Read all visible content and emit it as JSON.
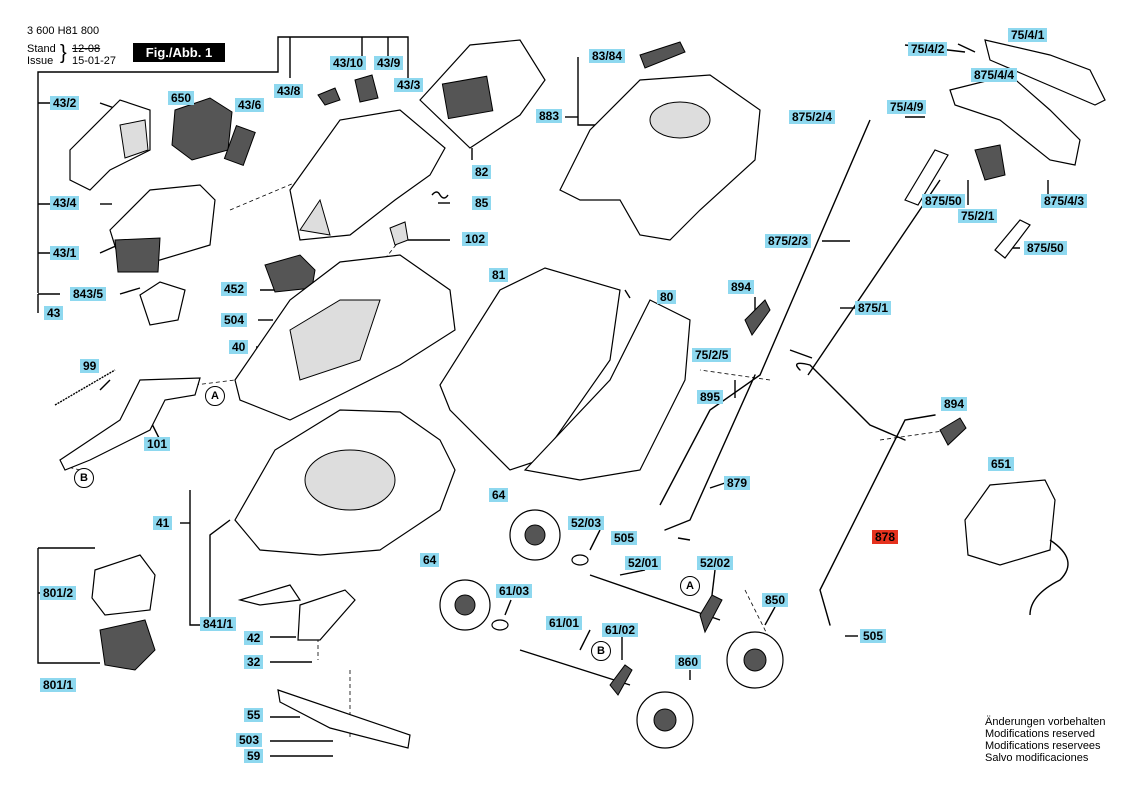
{
  "header": {
    "doc_number": "3 600 H81 800",
    "stand_label": "Stand",
    "issue_label": "Issue",
    "old_date": "12-08",
    "new_date": "15-01-27",
    "figure_label": "Fig./Abb. 1"
  },
  "labels": {
    "l43_2": "43/2",
    "l650": "650",
    "l43_6": "43/6",
    "l43_4": "43/4",
    "l43_1": "43/1",
    "l843_5": "843/5",
    "l43": "43",
    "l43_8": "43/8",
    "l43_10": "43/10",
    "l43_9": "43/9",
    "l43_3": "43/3",
    "l82": "82",
    "l85": "85",
    "l102": "102",
    "l452": "452",
    "l504": "504",
    "l40": "40",
    "l99": "99",
    "l101": "101",
    "l41": "41",
    "l801_2": "801/2",
    "l841_1": "841/1",
    "l42": "42",
    "l32": "32",
    "l801_1": "801/1",
    "l55": "55",
    "l503": "503",
    "l59": "59",
    "l83_84": "83/84",
    "l883": "883",
    "l81": "81",
    "l80": "80",
    "l64a": "64",
    "l52_03": "52/03",
    "l505a": "505",
    "l52_01": "52/01",
    "l52_02": "52/02",
    "l64b": "64",
    "l61_03": "61/03",
    "l61_01": "61/01",
    "l61_02": "61/02",
    "l860": "860",
    "l850": "850",
    "l894a": "894",
    "l75_2_5": "75/2/5",
    "l895": "895",
    "l879": "879",
    "l875_2_4": "875/2/4",
    "l75_4_9": "75/4/9",
    "l875_2_3": "875/2/3",
    "l875_1": "875/1",
    "l75_4_2": "75/4/2",
    "l75_4_1": "75/4/1",
    "l875_4_4": "875/4/4",
    "l875_50a": "875/50",
    "l75_2_1": "75/2/1",
    "l875_4_3": "875/4/3",
    "l875_50b": "875/50",
    "l894b": "894",
    "l651": "651",
    "l878": "878",
    "l505b": "505"
  },
  "callouts": {
    "A": "A",
    "B": "B"
  },
  "notes": [
    "Änderungen vorbehalten",
    "Modifications reserved",
    "Modifications reservees",
    "Salvo modificaciones"
  ],
  "colors": {
    "label_bg": "#8ed8ef",
    "highlight_bg": "#e6321e",
    "figure_bg": "#000000"
  }
}
